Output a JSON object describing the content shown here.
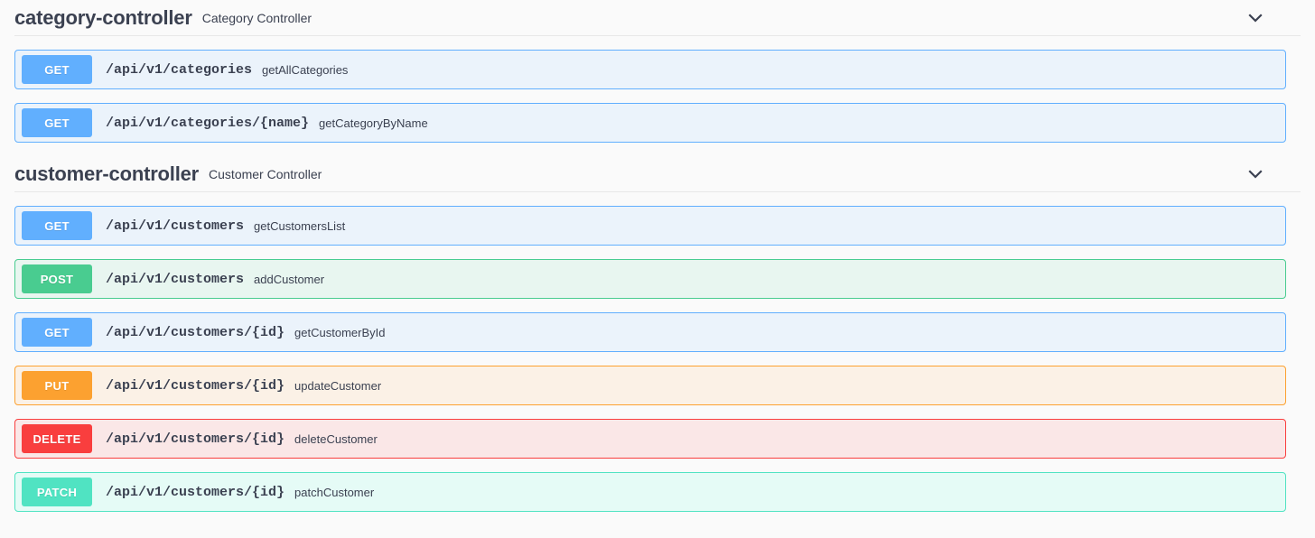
{
  "page": {
    "background_color": "#fafafa",
    "text_color": "#3b4151"
  },
  "method_colors": {
    "get": "#61affe",
    "post": "#49cc90",
    "put": "#fca130",
    "delete": "#f93e3e",
    "patch": "#50e3c2"
  },
  "sections": [
    {
      "id": "category-controller",
      "title": "category-controller",
      "description": "Category Controller",
      "toggle_icon": "chevron-down-icon",
      "operations": [
        {
          "method": "GET",
          "method_key": "get",
          "path": "/api/v1/categories",
          "summary": "getAllCategories"
        },
        {
          "method": "GET",
          "method_key": "get",
          "path": "/api/v1/categories/{name}",
          "summary": "getCategoryByName"
        }
      ]
    },
    {
      "id": "customer-controller",
      "title": "customer-controller",
      "description": "Customer Controller",
      "toggle_icon": "chevron-down-icon",
      "operations": [
        {
          "method": "GET",
          "method_key": "get",
          "path": "/api/v1/customers",
          "summary": "getCustomersList"
        },
        {
          "method": "POST",
          "method_key": "post",
          "path": "/api/v1/customers",
          "summary": "addCustomer"
        },
        {
          "method": "GET",
          "method_key": "get",
          "path": "/api/v1/customers/{id}",
          "summary": "getCustomerById"
        },
        {
          "method": "PUT",
          "method_key": "put",
          "path": "/api/v1/customers/{id}",
          "summary": "updateCustomer"
        },
        {
          "method": "DELETE",
          "method_key": "delete",
          "path": "/api/v1/customers/{id}",
          "summary": "deleteCustomer"
        },
        {
          "method": "PATCH",
          "method_key": "patch",
          "path": "/api/v1/customers/{id}",
          "summary": "patchCustomer"
        }
      ]
    }
  ]
}
